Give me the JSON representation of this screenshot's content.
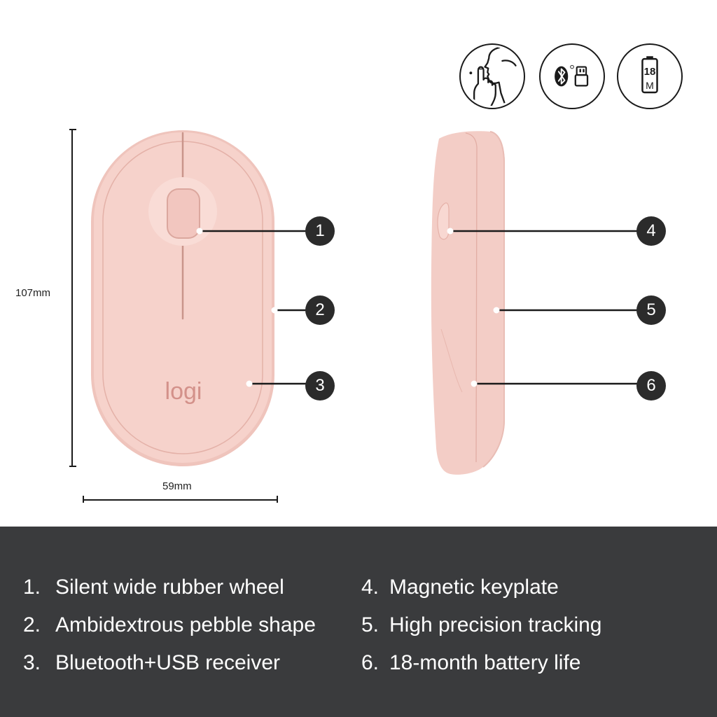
{
  "badges": {
    "battery": {
      "months": "18",
      "unit": "M"
    },
    "icons": [
      "silent-click-icon",
      "bluetooth-usb-icon",
      "battery-icon"
    ]
  },
  "dimensions": {
    "height": "107mm",
    "width": "59mm"
  },
  "product": {
    "logo": "logi",
    "color": "#f3cdc6"
  },
  "callouts": [
    "1",
    "2",
    "3",
    "4",
    "5",
    "6"
  ],
  "features": [
    {
      "num": "1.",
      "text": "Silent wide rubber wheel"
    },
    {
      "num": "2.",
      "text": "Ambidextrous pebble shape"
    },
    {
      "num": "3.",
      "text": "Bluetooth+USB receiver"
    },
    {
      "num": "4.",
      "text": "Magnetic keyplate"
    },
    {
      "num": "5.",
      "text": "High precision tracking"
    },
    {
      "num": "6.",
      "text": "18-month battery life"
    }
  ],
  "colors": {
    "panel_bg": "#3a3b3d",
    "callout_bg": "#2b2b2b",
    "text_dark": "#222222"
  }
}
